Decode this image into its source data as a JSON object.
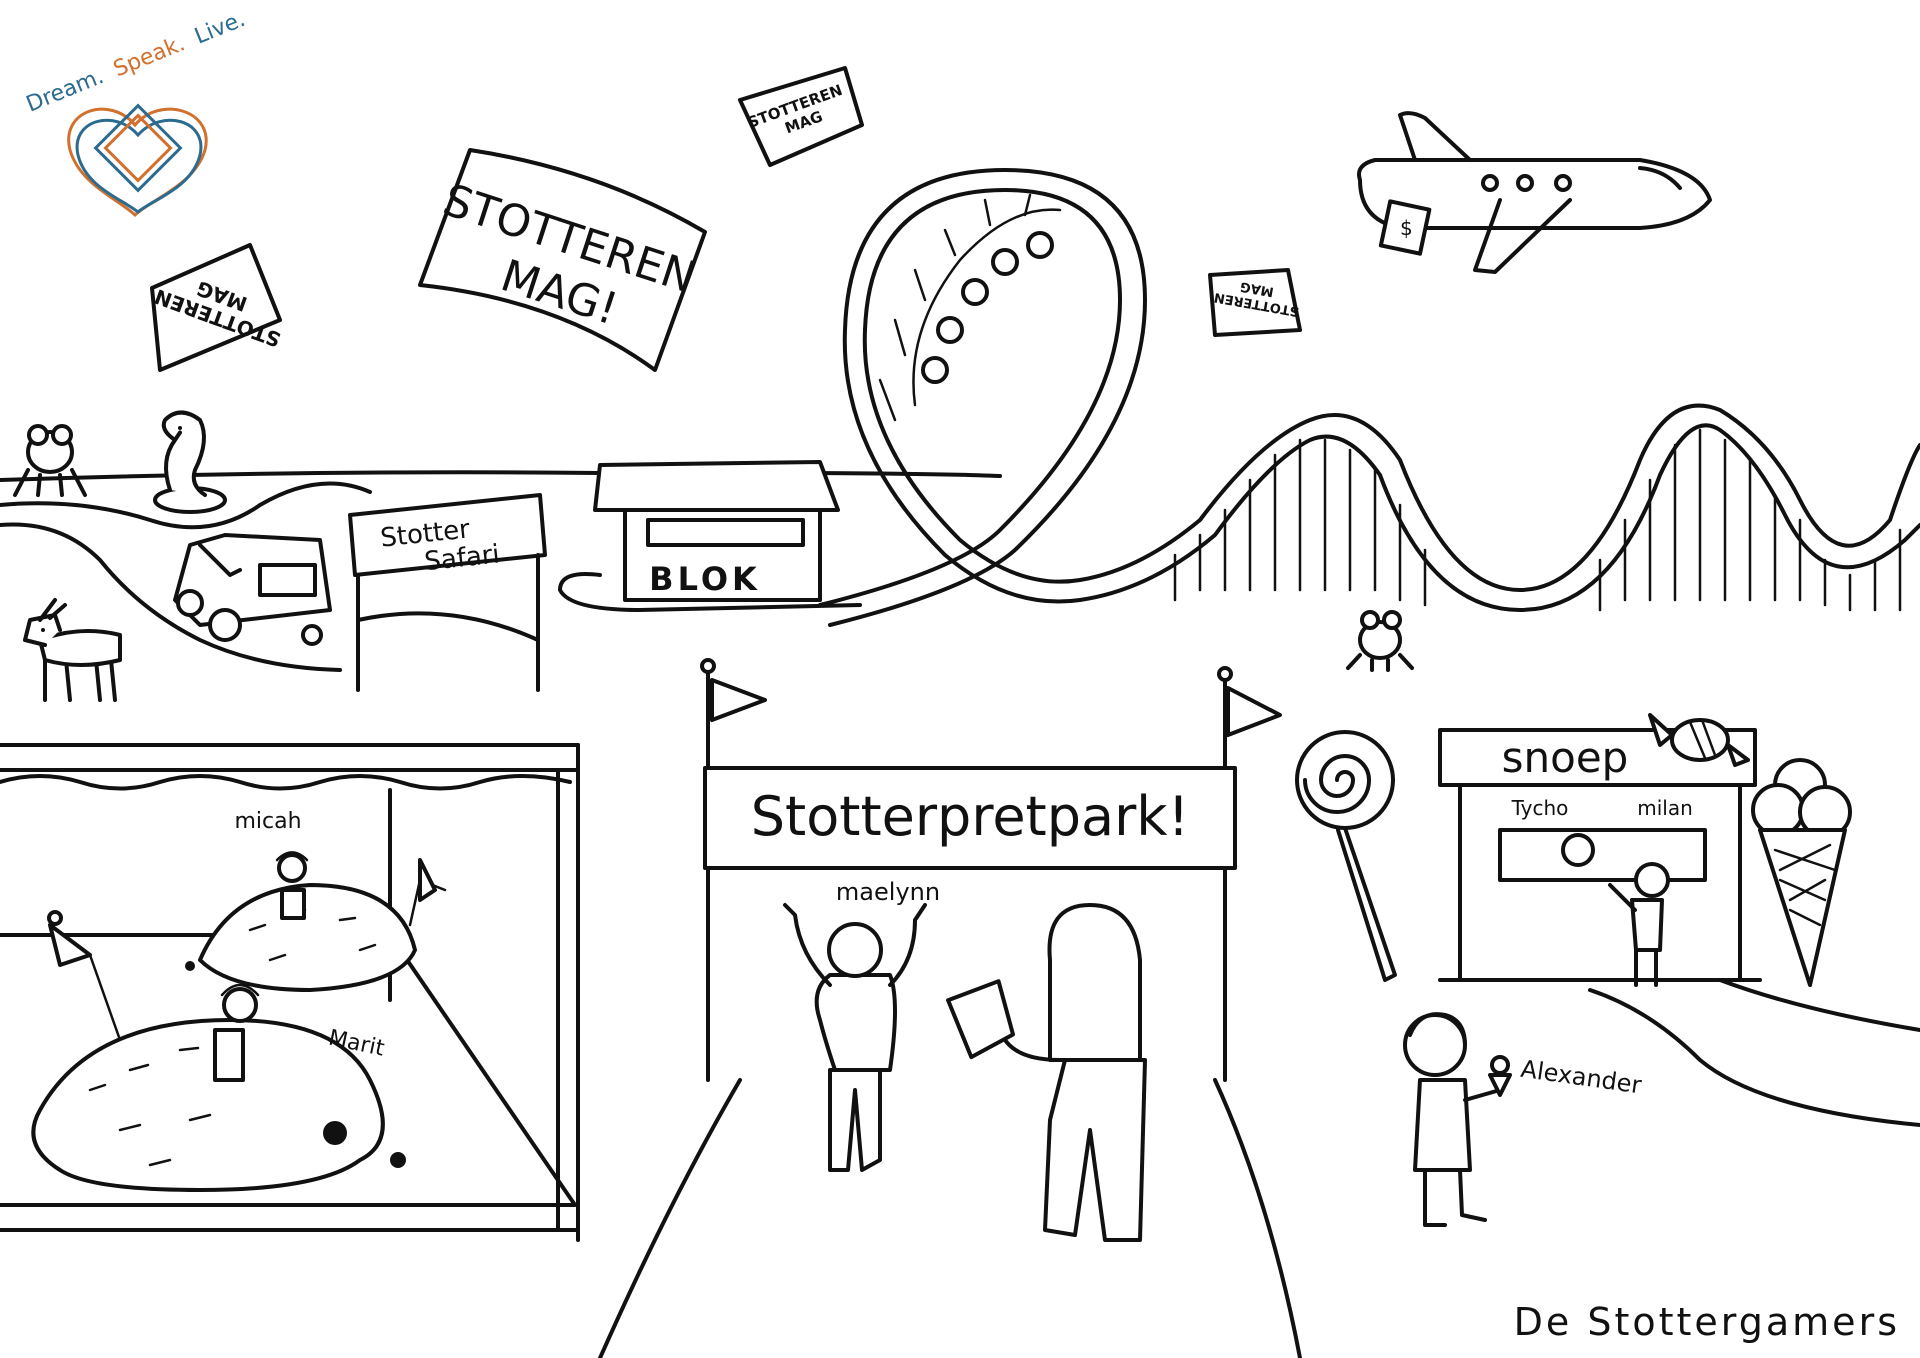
{
  "logo": {
    "tagline_1": "Dream.",
    "tagline_2": "Speak.",
    "tagline_3": "Live.",
    "color_blue": "#2b6b8f",
    "color_orange": "#d2702e"
  },
  "flyers": {
    "big_line1": "STOTTEREN",
    "big_line2": "MAG!",
    "small_line1": "STOTTEREN",
    "small_line2": "MAG"
  },
  "signs": {
    "safari_line1": "Stotter",
    "safari_line2": "Safari",
    "blok": "BLOK",
    "park": "Stotterpretpark!",
    "snoep": "snoep"
  },
  "names": {
    "micah": "micah",
    "marit": "Marit",
    "maelynn": "maelynn",
    "tycho": "Tycho",
    "milan": "milan",
    "alexander": "Alexander"
  },
  "credit": "De Stottergamers"
}
